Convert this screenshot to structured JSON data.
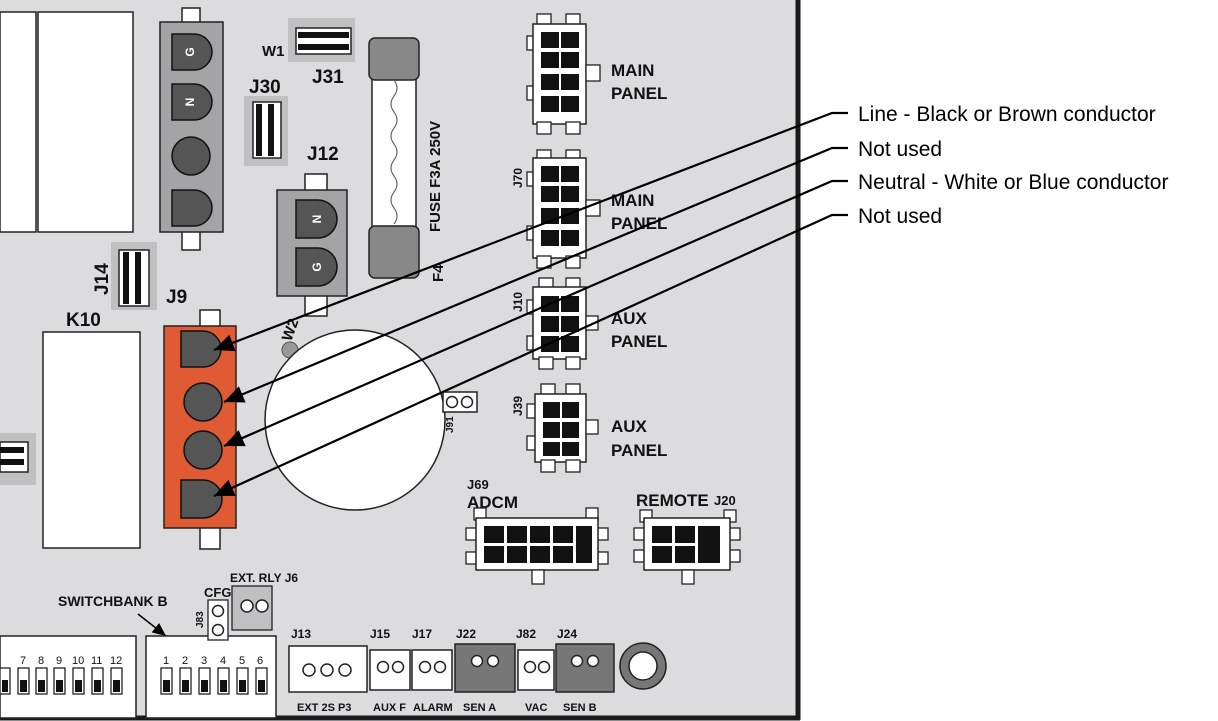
{
  "colors": {
    "board": "#dcdcde",
    "connector_j9": "#e05a34",
    "board_edge": "#1a1a1a"
  },
  "labels": {
    "w1": "W1",
    "j31": "J31",
    "j30": "J30",
    "j12": "J12",
    "j14": "J14",
    "j9": "J9",
    "k10": "K10",
    "w2": "W2",
    "fuse": "FUSE F3A 250V",
    "f4": "F4",
    "main_panel_1": [
      "MAIN",
      "PANEL"
    ],
    "main_panel_2": [
      "MAIN",
      "PANEL"
    ],
    "aux_panel_1": [
      "AUX",
      "PANEL"
    ],
    "aux_panel_2": [
      "AUX",
      "PANEL"
    ],
    "j70": "J70",
    "j10": "J10",
    "j39": "J39",
    "j91": "J91",
    "j69": "J69",
    "adcm": "ADCM",
    "remote": "REMOTE",
    "j20": "J20",
    "switchbank_b": "SWITCHBANK B",
    "cfg": "CFG",
    "j83": "J83",
    "ext_rly": "EXT. RLY J6",
    "j13": "J13",
    "j15": "J15",
    "j17": "J17",
    "j22": "J22",
    "j82": "J82",
    "j24": "J24",
    "ext2sp3": "EXT 2S P3",
    "auxf": "AUX F",
    "alarm": "ALARM",
    "sena": "SEN A",
    "vac": "VAC",
    "senb": "SEN B",
    "g": "G",
    "n": "N",
    "sw_left": [
      "7",
      "8",
      "9",
      "10",
      "11",
      "12"
    ],
    "sw_right": [
      "1",
      "2",
      "3",
      "4",
      "5",
      "6"
    ]
  },
  "callouts": [
    "Line - Black or Brown conductor",
    "Not used",
    "Neutral - White or Blue conductor",
    "Not used"
  ]
}
